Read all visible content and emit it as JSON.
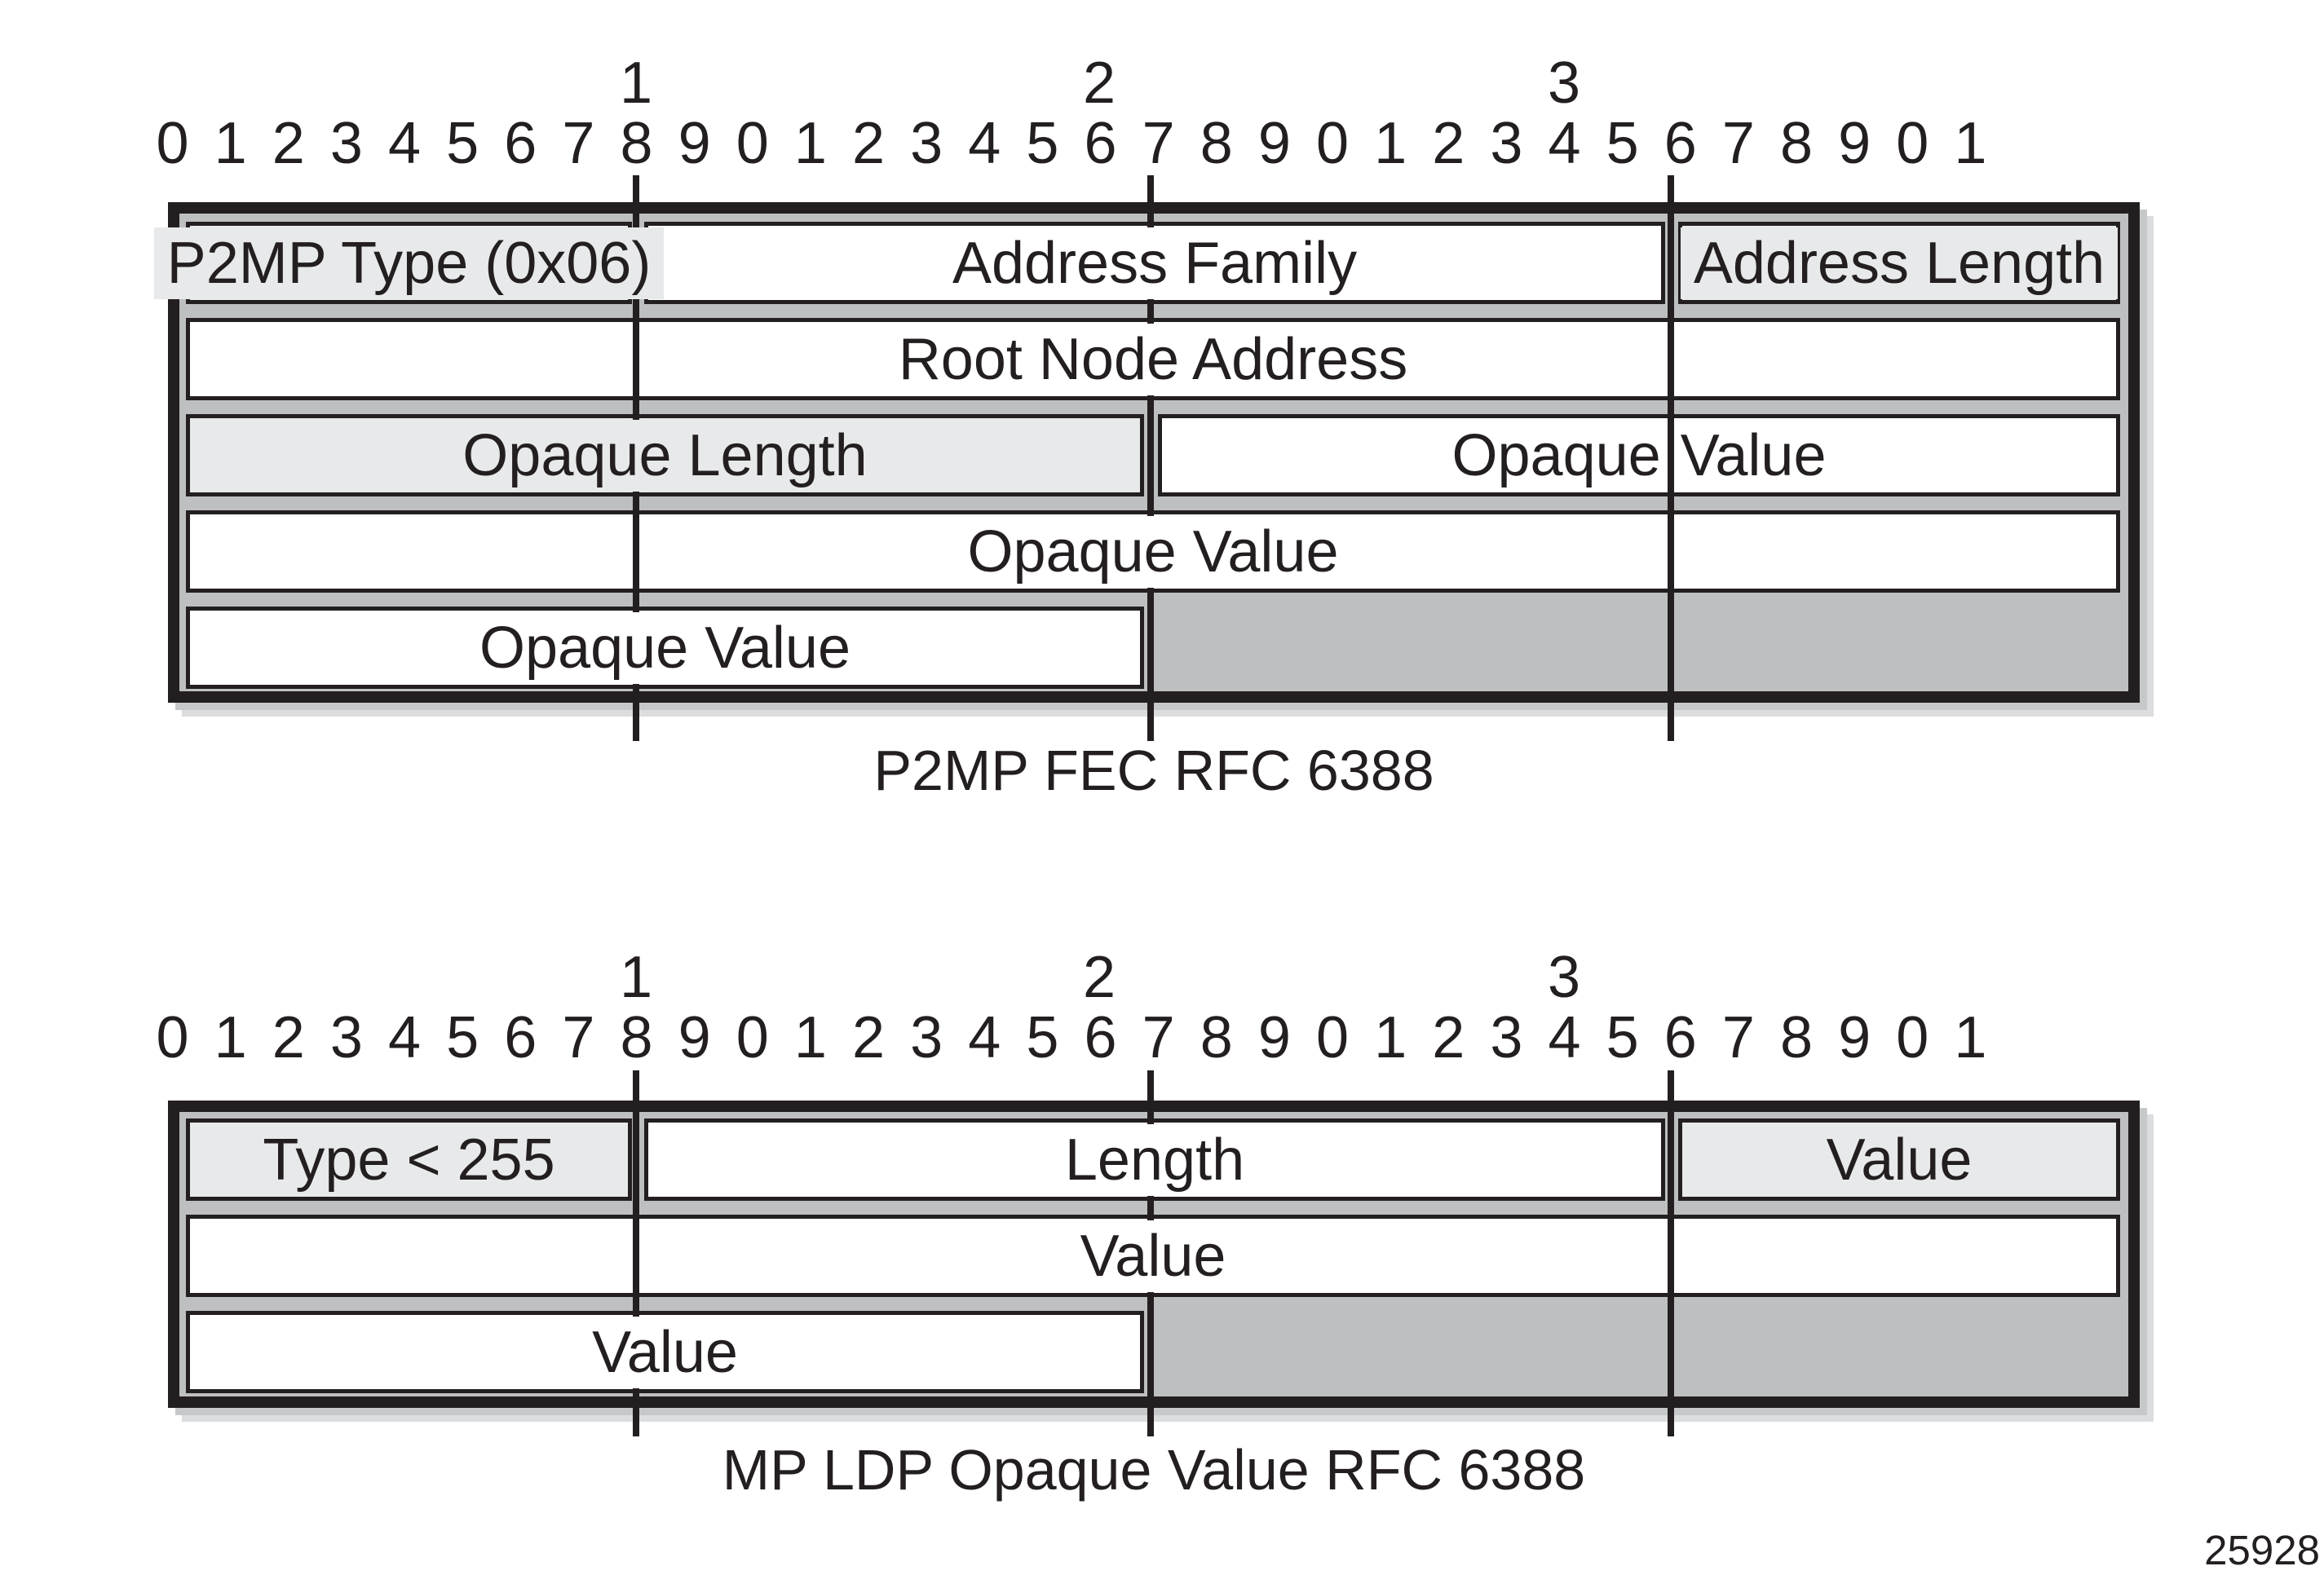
{
  "colors": {
    "ink": "#231f20",
    "box_background": "#bebfc1",
    "cell_light": "#e8e9ea",
    "cell_white": "#ffffff",
    "shadow_inner": "#c7c8ca",
    "shadow_outer": "#dcddde"
  },
  "figure_code": "25928",
  "diagrams": [
    {
      "caption": "P2MP FEC RFC 6388",
      "ruler": {
        "tens": [
          "1",
          "2",
          "3"
        ],
        "digits": "01234567890123456789012345678901"
      },
      "cells": {
        "r1c1": "P2MP Type (0x06)",
        "r1c2": "Address Family",
        "r1c3": "Address Length",
        "r2": "Root Node Address",
        "r3a": "Opaque Length",
        "r3b_word1": "Opaque",
        "r3b_word2": "Value",
        "r4": "Opaque Value",
        "r5": "Opaque Value"
      }
    },
    {
      "caption": "MP LDP Opaque Value RFC 6388",
      "ruler": {
        "tens": [
          "1",
          "2",
          "3"
        ],
        "digits": "01234567890123456789012345678901"
      },
      "cells": {
        "r1c1": "Type < 255",
        "r1c2": "Length",
        "r1c3": "Value",
        "r2": "Value",
        "r3": "Value"
      }
    }
  ]
}
